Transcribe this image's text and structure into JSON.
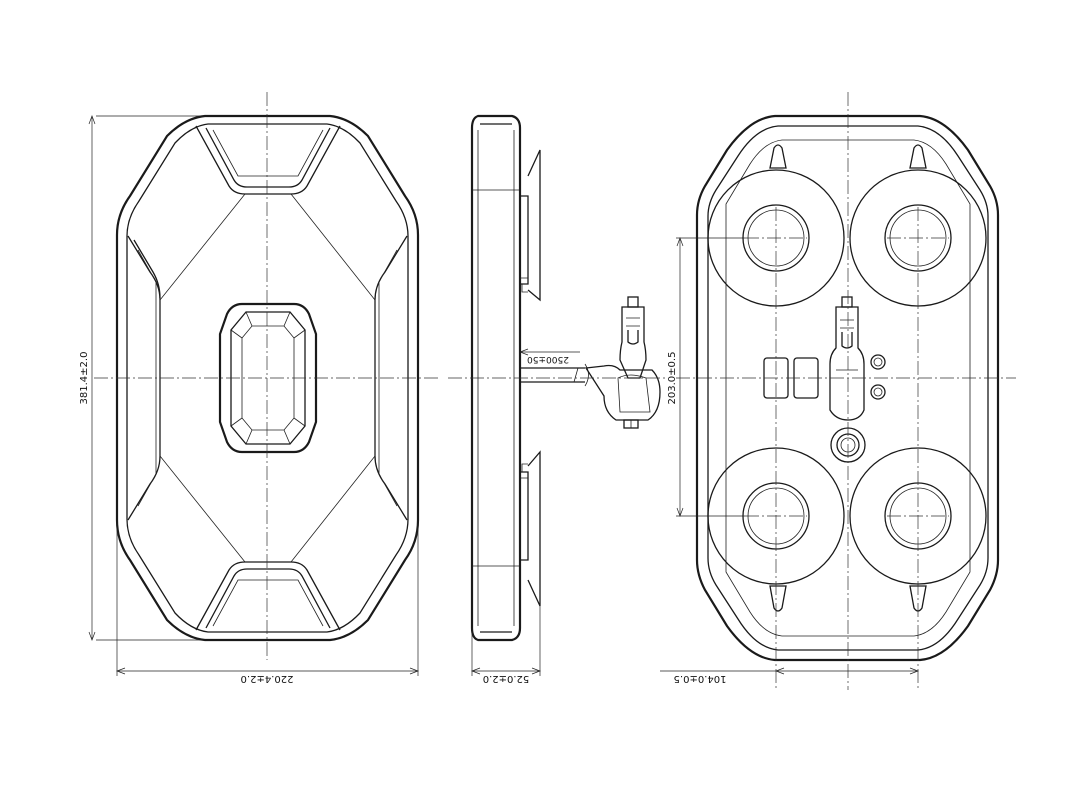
{
  "dimensions": {
    "height": "381.4±2.0",
    "width": "220.4±2.0",
    "depth": "52.0±2.0",
    "cable": "2500±50",
    "cup_vertical": "203.0±0.5",
    "cup_horizontal": "104.0±0.5"
  },
  "views": [
    "front-view",
    "side-view",
    "bottom-view"
  ],
  "colors": {
    "line": "#1a1a1a",
    "background": "#ffffff"
  }
}
